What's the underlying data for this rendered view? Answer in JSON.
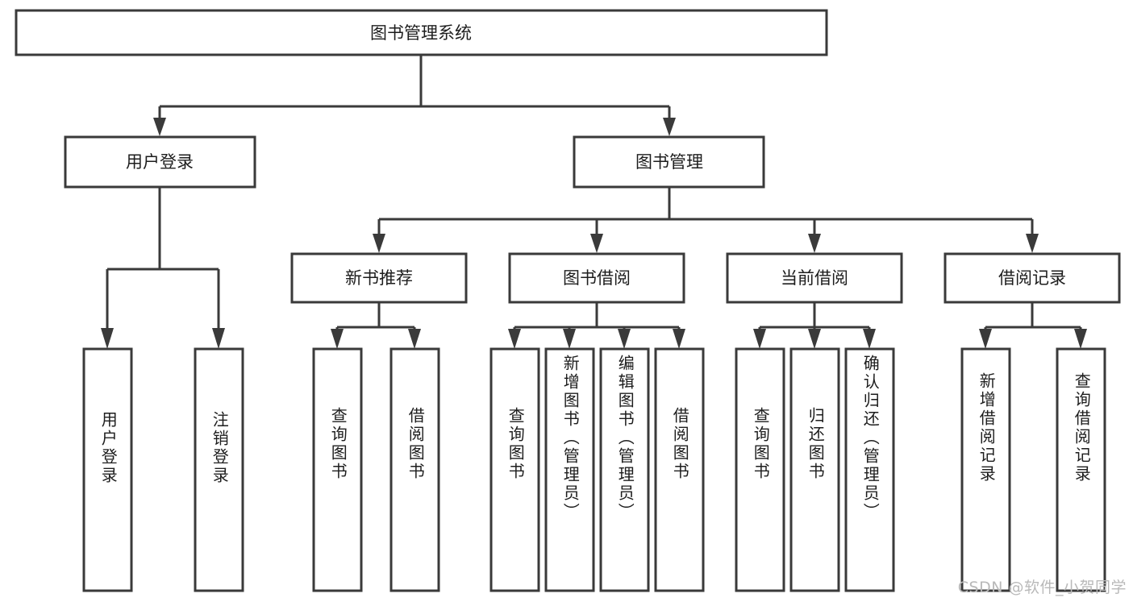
{
  "diagram": {
    "type": "tree-hierarchy-chart",
    "orientation": "top-down",
    "title": "图书管理系统",
    "colors": {
      "box_stroke": "#3a3a3a",
      "box_fill": "#ffffff",
      "connector": "#3a3a3a",
      "text": "#1d1d1d",
      "watermark": "#b9b9b9",
      "background": "#ffffff"
    },
    "root": {
      "id": "root",
      "label": "图书管理系统"
    },
    "level2": [
      {
        "id": "user-login",
        "label": "用户登录"
      },
      {
        "id": "book-management",
        "label": "图书管理"
      }
    ],
    "level3": [
      {
        "id": "new-book-recommend",
        "label": "新书推荐",
        "parent": "book-management"
      },
      {
        "id": "book-borrow",
        "label": "图书借阅",
        "parent": "book-management"
      },
      {
        "id": "current-borrow",
        "label": "当前借阅",
        "parent": "book-management"
      },
      {
        "id": "borrow-record",
        "label": "借阅记录",
        "parent": "book-management"
      }
    ],
    "leaves": [
      {
        "id": "leaf-user-login",
        "label": "用户登录",
        "parent": "user-login"
      },
      {
        "id": "leaf-logout-login",
        "label": "注销登录",
        "parent": "user-login"
      },
      {
        "id": "leaf-query-book-1",
        "label": "查询图书",
        "parent": "new-book-recommend"
      },
      {
        "id": "leaf-borrow-book-1",
        "label": "借阅图书",
        "parent": "new-book-recommend"
      },
      {
        "id": "leaf-query-book-2",
        "label": "查询图书",
        "parent": "book-borrow"
      },
      {
        "id": "leaf-add-book",
        "label": "新增图书（管理员）",
        "parent": "book-borrow"
      },
      {
        "id": "leaf-edit-book",
        "label": "编辑图书（管理员）",
        "parent": "book-borrow"
      },
      {
        "id": "leaf-borrow-book-2",
        "label": "借阅图书",
        "parent": "book-borrow"
      },
      {
        "id": "leaf-query-book-3",
        "label": "查询图书",
        "parent": "current-borrow"
      },
      {
        "id": "leaf-return-book",
        "label": "归还图书",
        "parent": "current-borrow"
      },
      {
        "id": "leaf-confirm-return",
        "label": "确认归还（管理员）",
        "parent": "current-borrow"
      },
      {
        "id": "leaf-add-record",
        "label": "新增借阅记录",
        "parent": "borrow-record"
      },
      {
        "id": "leaf-query-record",
        "label": "查询借阅记录",
        "parent": "borrow-record"
      }
    ],
    "watermark": "CSDN @软件_小贺同学"
  }
}
